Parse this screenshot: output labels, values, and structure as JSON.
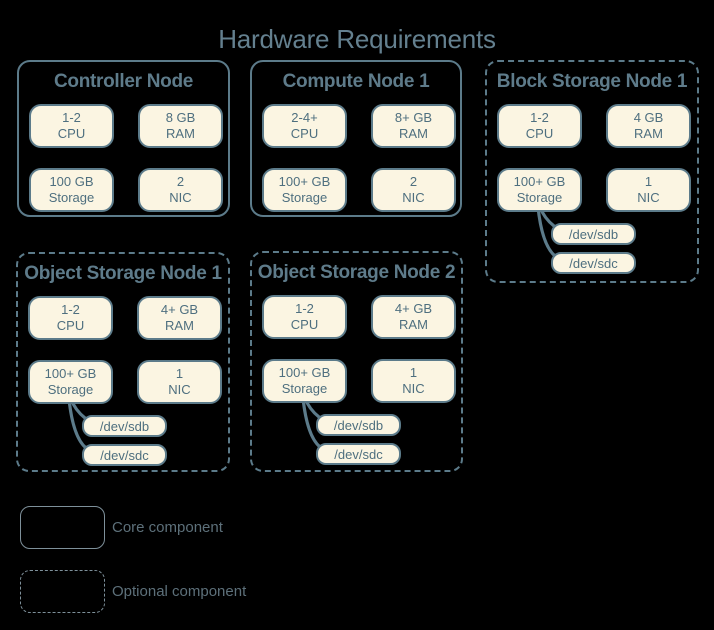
{
  "title": "Hardware Requirements",
  "nodes": [
    {
      "id": "controller",
      "title": "Controller Node",
      "type": "core",
      "pills": [
        {
          "line1": "1-2",
          "line2": "CPU"
        },
        {
          "line1": "8 GB",
          "line2": "RAM"
        },
        {
          "line1": "100 GB",
          "line2": "Storage"
        },
        {
          "line1": "2",
          "line2": "NIC"
        }
      ],
      "disks": []
    },
    {
      "id": "compute1",
      "title": "Compute Node 1",
      "type": "core",
      "pills": [
        {
          "line1": "2-4+",
          "line2": "CPU"
        },
        {
          "line1": "8+ GB",
          "line2": "RAM"
        },
        {
          "line1": "100+ GB",
          "line2": "Storage"
        },
        {
          "line1": "2",
          "line2": "NIC"
        }
      ],
      "disks": []
    },
    {
      "id": "block1",
      "title": "Block Storage Node 1",
      "type": "optional",
      "pills": [
        {
          "line1": "1-2",
          "line2": "CPU"
        },
        {
          "line1": "4 GB",
          "line2": "RAM"
        },
        {
          "line1": "100+ GB",
          "line2": "Storage"
        },
        {
          "line1": "1",
          "line2": "NIC"
        }
      ],
      "disks": [
        "/dev/sdb",
        "/dev/sdc"
      ]
    },
    {
      "id": "object1",
      "title": "Object Storage Node 1",
      "type": "optional",
      "pills": [
        {
          "line1": "1-2",
          "line2": "CPU"
        },
        {
          "line1": "4+ GB",
          "line2": "RAM"
        },
        {
          "line1": "100+ GB",
          "line2": "Storage"
        },
        {
          "line1": "1",
          "line2": "NIC"
        }
      ],
      "disks": [
        "/dev/sdb",
        "/dev/sdc"
      ]
    },
    {
      "id": "object2",
      "title": "Object Storage Node 2",
      "type": "optional",
      "pills": [
        {
          "line1": "1-2",
          "line2": "CPU"
        },
        {
          "line1": "4+ GB",
          "line2": "RAM"
        },
        {
          "line1": "100+ GB",
          "line2": "Storage"
        },
        {
          "line1": "1",
          "line2": "NIC"
        }
      ],
      "disks": [
        "/dev/sdb",
        "/dev/sdc"
      ]
    }
  ],
  "legend": [
    {
      "label": "Core component",
      "style": "solid"
    },
    {
      "label": "Optional component",
      "style": "dashed"
    }
  ],
  "colors": {
    "background": "#000000",
    "shape_fill": "#fbf5e2",
    "stroke": "#5c7b8a",
    "text": "#4e6f7f",
    "legend_stroke": "#7e909a"
  }
}
